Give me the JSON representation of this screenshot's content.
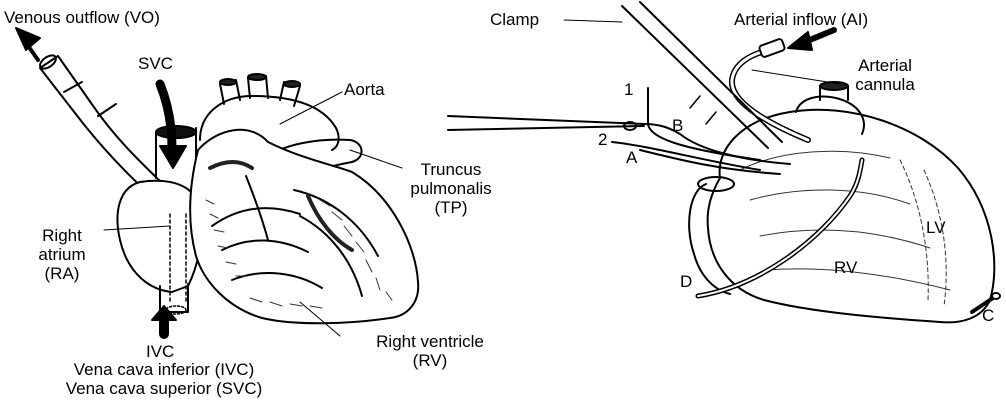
{
  "left_panel": {
    "venous_outflow": "Venous outflow (VO)",
    "svc": "SVC",
    "aorta": "Aorta",
    "truncus": [
      "Truncus",
      "pulmonalis",
      "(TP)"
    ],
    "right_atrium": [
      "Right",
      "atrium",
      "(RA)"
    ],
    "ivc": "IVC",
    "right_ventricle": [
      "Right ventricle",
      "(RV)"
    ],
    "vena_cava_inferior": "Vena cava inferior (IVC)",
    "vena_cava_superior": "Vena cava superior (SVC)"
  },
  "right_panel": {
    "clamp": "Clamp",
    "arterial_inflow": "Arterial inflow (AI)",
    "arterial_cannula": [
      "Arterial",
      "cannula"
    ],
    "marker_1": "1",
    "marker_2": "2",
    "marker_a": "A",
    "marker_b": "B",
    "marker_c": "C",
    "marker_d": "D",
    "lv": "LV",
    "rv": "RV"
  },
  "colors": {
    "ink": "#000000",
    "background": "#ffffff"
  }
}
